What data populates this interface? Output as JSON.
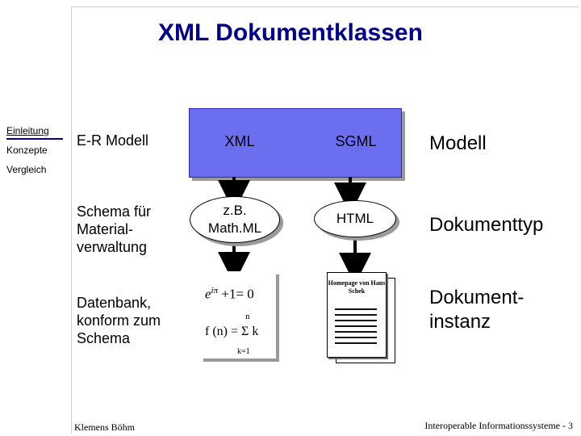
{
  "title": "XML Dokumentklassen",
  "nav": {
    "items": [
      "Einleitung",
      "Konzepte",
      "Vergleich"
    ]
  },
  "left_column": {
    "row1": "E-R Modell",
    "row2": "Schema für Material-verwaltung",
    "row3": "Datenbank, konform zum Schema"
  },
  "model_box": {
    "col1": "XML",
    "col2": "SGML"
  },
  "type_row": {
    "col1": "z.B. Math.ML",
    "col2": "HTML"
  },
  "formula": {
    "line1_base": "e",
    "line1_exp": "iπ",
    "line1_rest": "+1= 0",
    "sum_upper": "n",
    "line2": "f (n) = Σ k",
    "sum_lower": "k=1"
  },
  "document_icon": {
    "heading": "Homepage von Hans Schek"
  },
  "right_column": {
    "row1": "Modell",
    "row2": "Dokumenttyp",
    "row3": "Dokument-instanz"
  },
  "footer": {
    "author": "Klemens Böhm",
    "course": "Interoperable Informationssysteme - 3"
  },
  "colors": {
    "title": "#00008b",
    "model_box": "#6c6ef0"
  }
}
